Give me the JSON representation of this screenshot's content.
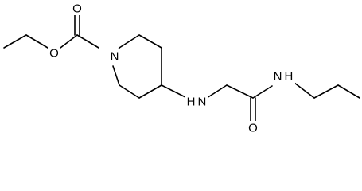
{
  "diagram": {
    "type": "chemical-structure",
    "atoms": [
      {
        "id": "carbonyl_O",
        "label": "O"
      },
      {
        "id": "ester_O",
        "label": "O"
      },
      {
        "id": "ring_N",
        "label": "N"
      },
      {
        "id": "amine_NH",
        "label": "H N"
      },
      {
        "id": "amide_O",
        "label": "O"
      },
      {
        "id": "amide_NH",
        "label": "N H"
      }
    ]
  }
}
